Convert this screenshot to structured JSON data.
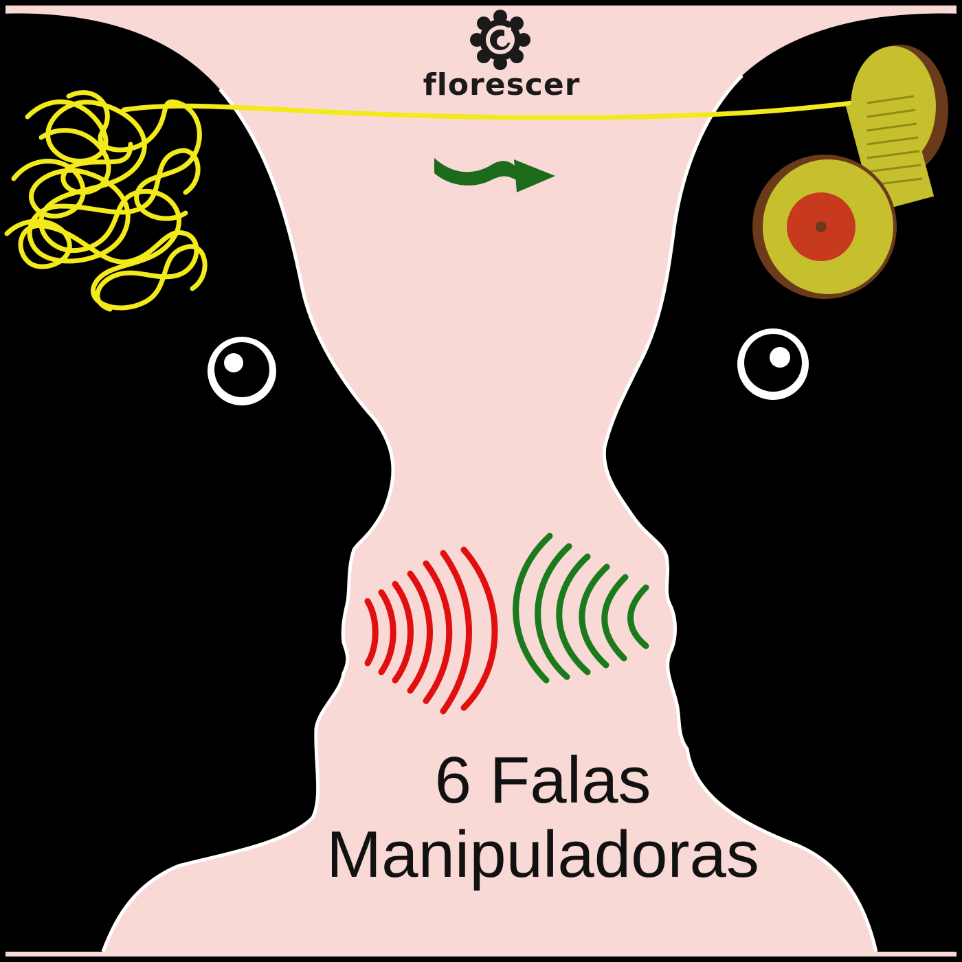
{
  "brand": {
    "name": "florescer",
    "logo_icon": "gear-flower-logo-icon"
  },
  "headline": {
    "line1": "6 Falas",
    "line2": "Manipuladoras"
  },
  "colors": {
    "background": "#f9d9d6",
    "silhouette": "#000000",
    "thread": "#f2ea1b",
    "arrow": "#1b6b1b",
    "speech_left": "#e01010",
    "speech_right": "#1b7a1b",
    "spool": "#c6bf2e",
    "spool_center": "#c83a1e"
  },
  "icons": [
    "tangled-thread-icon",
    "thread-spool-icon",
    "right-arrow-icon",
    "speech-waves-icon",
    "eye-icon"
  ]
}
